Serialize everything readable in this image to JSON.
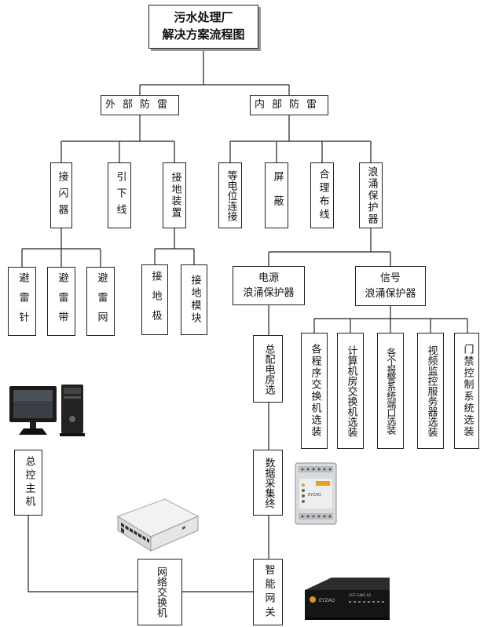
{
  "title": {
    "line1": "污水处理厂",
    "line2": "解决方案流程图"
  },
  "external": {
    "label": "外部防雷",
    "children": [
      "接闪器",
      "引下线",
      "接地装置"
    ],
    "lightning_rod": [
      "避雷针",
      "避雷带",
      "避雷网"
    ],
    "grounding": [
      "接地极",
      "接地模块"
    ]
  },
  "internal": {
    "label": "内部防雷",
    "children": [
      "等电位连接",
      "屏蔽",
      "合理布线",
      "浪涌保护器"
    ],
    "power": {
      "line1": "电源",
      "line2": "浪涌保护器"
    },
    "signal": {
      "line1": "信号",
      "line2": "浪涌保护器"
    },
    "power_child": "总配电房选",
    "signal_children": [
      "各程序交换机选装",
      "计算机房交换机选装",
      "各个报警系统端口选装",
      "视频监控服务器选装",
      "门禁控制系统选装"
    ]
  },
  "network": {
    "host": "总控主机",
    "collector": "数据采集终",
    "gateway": "智能网关",
    "switch": "网络交换机"
  },
  "devices": {
    "collector_brand": "EYZAO",
    "gateway_brand": "EYZAO",
    "gateway_model": "EGT-GW5-02",
    "icons": [
      "desktop-computer-icon",
      "network-switch-icon",
      "data-collector-icon",
      "smart-gateway-icon"
    ]
  }
}
